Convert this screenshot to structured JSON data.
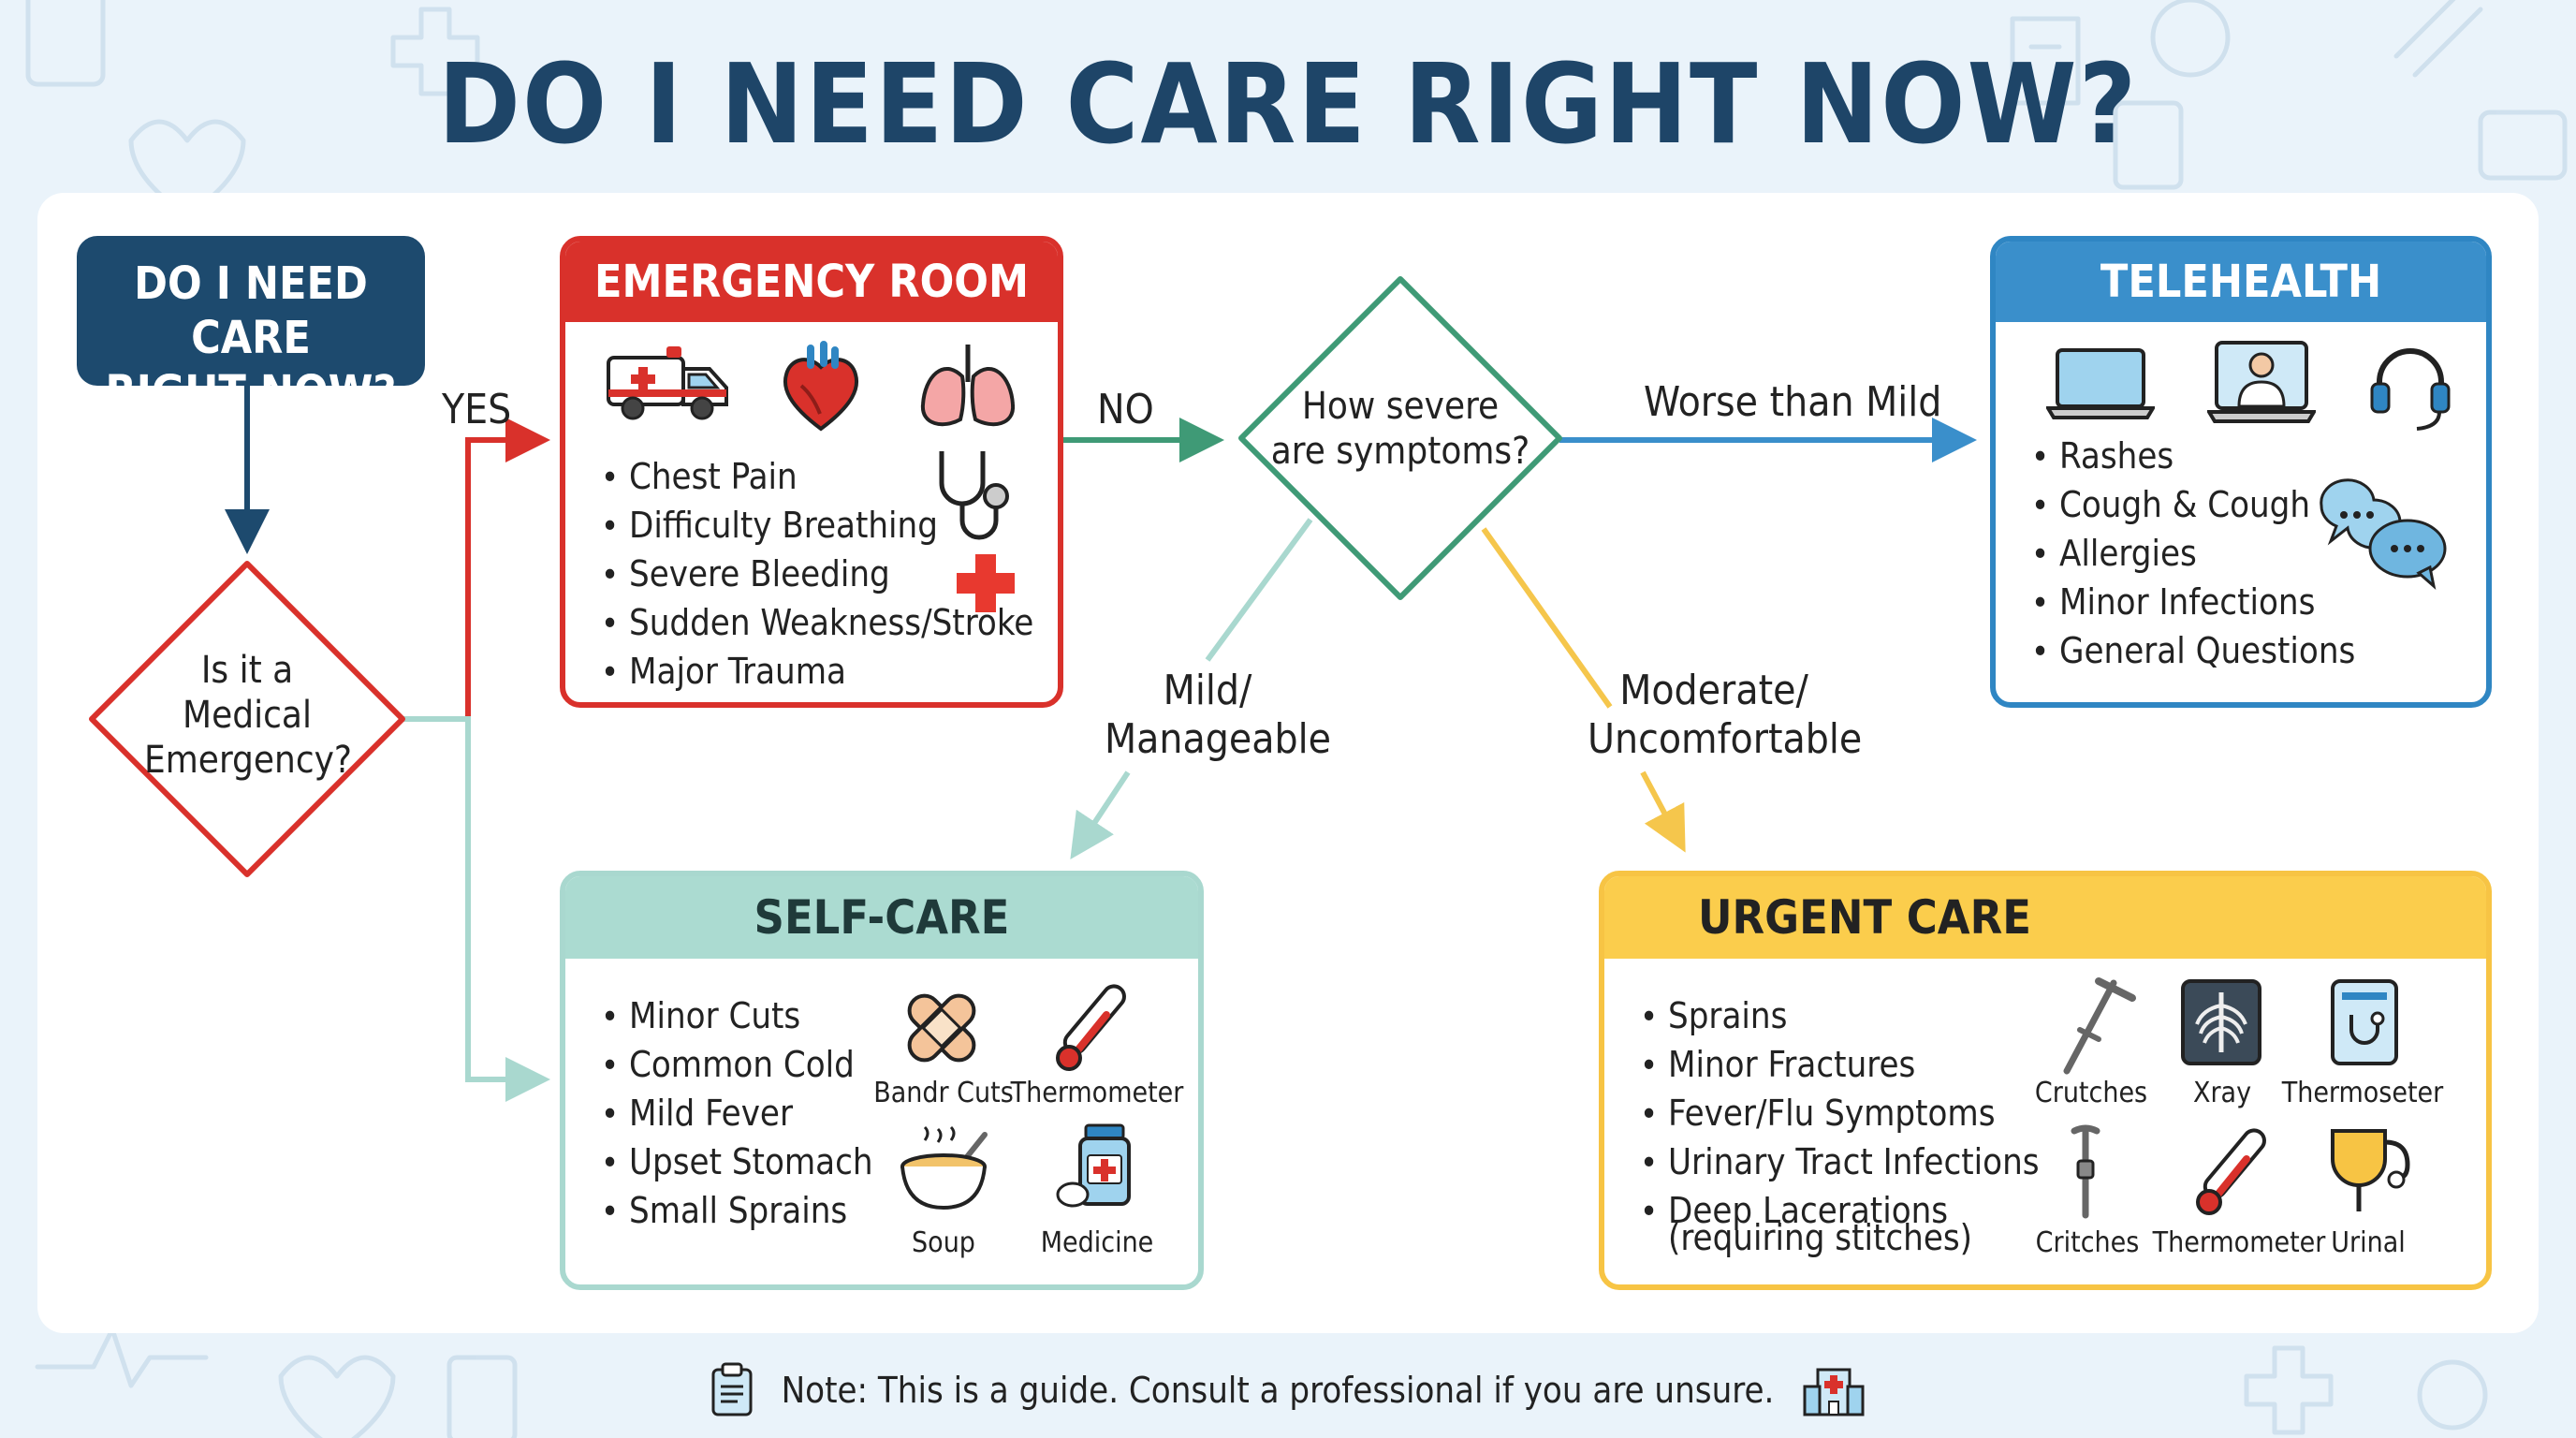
{
  "title": "DO I NEED CARE RIGHT NOW?",
  "start_node": {
    "line1": "DO I NEED CARE",
    "line2": "RIGHT NOW?"
  },
  "decision_emergency": {
    "line1": "Is it a",
    "line2": "Medical",
    "line3": "Emergency?"
  },
  "decision_severity": {
    "line1": "How severe",
    "line2": "are symptoms?"
  },
  "edges": {
    "yes": "YES",
    "no": "NO",
    "worse_than_mild": "Worse than Mild",
    "mild_line1": "Mild/",
    "mild_line2": "Manageable",
    "moderate_line1": "Moderate/",
    "moderate_line2": "Uncomfortable"
  },
  "er": {
    "title": "EMERGENCY ROOM (ER)",
    "items": [
      "Chest Pain",
      "Difficulty Breathing",
      "Severe Bleeding",
      "Sudden Weakness/Stroke",
      "Major Trauma"
    ],
    "icons": [
      "ambulance-icon",
      "heart-icon",
      "lungs-icon",
      "stethoscope-icon",
      "red-cross-icon"
    ]
  },
  "telehealth": {
    "title": "TELEHEALTH",
    "items": [
      "Rashes",
      "Cough & Cough",
      "Allergies",
      "Minor Infections",
      "General Questions"
    ],
    "icons": [
      "laptop-icon",
      "doctor-video-icon",
      "headset-icon",
      "chat-bubbles-icon"
    ]
  },
  "self_care": {
    "title": "SELF-CARE",
    "items": [
      "Minor Cuts",
      "Common Cold",
      "Mild Fever",
      "Upset Stomach",
      "Small Sprains"
    ],
    "icon_labels": {
      "bandage": "Bandr Cuts",
      "thermometer": "Thermometer",
      "soup": "Soup",
      "medicine": "Medicine"
    }
  },
  "urgent_care": {
    "title": "URGENT CARE",
    "items": [
      "Sprains",
      "Minor Fractures",
      "Fever/Flu Symptoms",
      "Urinary Tract Infections",
      "Deep Lacerations"
    ],
    "item5_sub": "(requiring stitches)",
    "icon_labels": {
      "crutches": "Crutches",
      "xray": "Xray",
      "monitor": "Thermoseter",
      "cane": "Critches",
      "thermometer": "Thermometer",
      "urinal": "Urinal"
    }
  },
  "note": "Note: This is a guide. Consult a professional if you are unsure.",
  "colors": {
    "er": "#d9312b",
    "telehealth": "#3a8fcb",
    "self_care": "#abdbd1",
    "urgent_care": "#fbcd4c",
    "start": "#1d4a6e",
    "no_arrow": "#3f9a76",
    "mild_arrow": "#a9d8cf",
    "moderate_arrow": "#f5c64c"
  }
}
